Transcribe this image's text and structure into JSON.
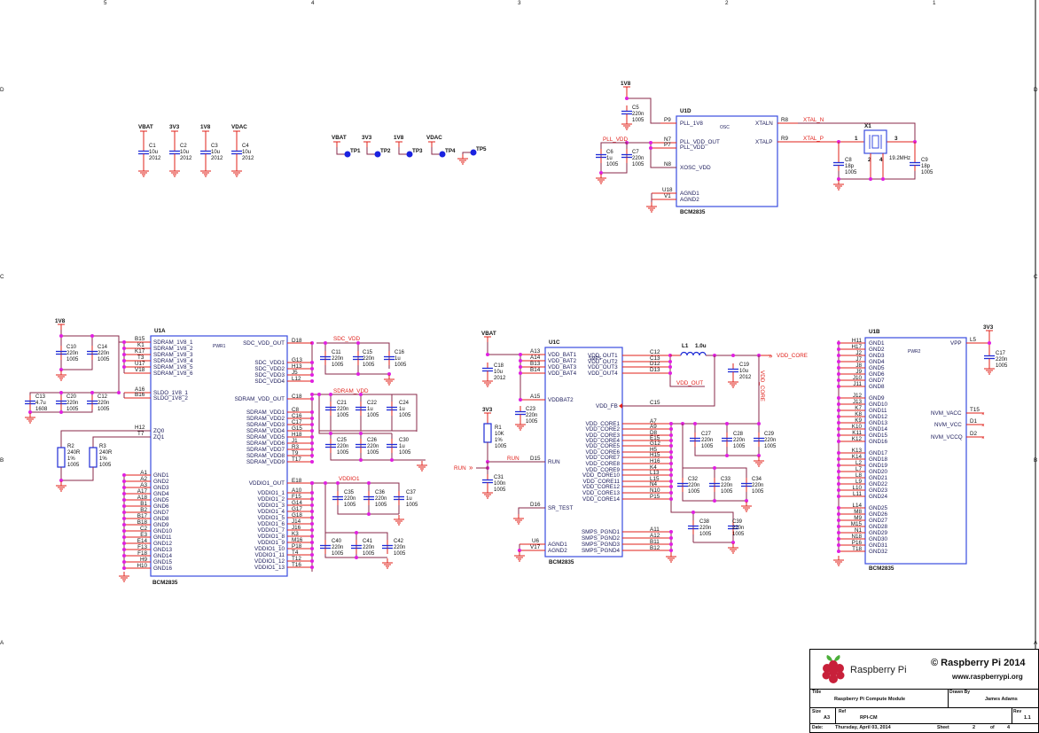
{
  "border": {
    "columns": [
      "5",
      "4",
      "3",
      "2",
      "1"
    ],
    "rows": [
      "D",
      "C",
      "B",
      "A"
    ]
  },
  "decoupling": {
    "caps": [
      {
        "ref": "C1",
        "rail": "VBAT",
        "value": "10u",
        "pkg": "2012"
      },
      {
        "ref": "C2",
        "rail": "3V3",
        "value": "10u",
        "pkg": "2012"
      },
      {
        "ref": "C3",
        "rail": "1V8",
        "value": "10u",
        "pkg": "2012"
      },
      {
        "ref": "C4",
        "rail": "VDAC",
        "value": "10u",
        "pkg": "2012"
      }
    ],
    "testpoints": [
      {
        "ref": "TP1",
        "rail": "VBAT"
      },
      {
        "ref": "TP2",
        "rail": "3V3"
      },
      {
        "ref": "TP3",
        "rail": "1V8"
      },
      {
        "ref": "TP4",
        "rail": "VDAC"
      },
      {
        "ref": "TP5",
        "rail": "GND"
      }
    ]
  },
  "u1d": {
    "ref": "U1D",
    "part": "BCM2835",
    "section": "OSC",
    "rail": "1V8",
    "left_pins": [
      {
        "num": "P9",
        "name": "PLL_1V8"
      },
      {
        "num": "N7",
        "name": "PLL_VDD_OUT"
      },
      {
        "num": "P7",
        "name": "PLL_VDD"
      },
      {
        "num": "N8",
        "name": "XOSC_VDD"
      },
      {
        "num": "U18",
        "name": "AGND1"
      },
      {
        "num": "V1",
        "name": "AGND2"
      }
    ],
    "right_pins": [
      {
        "num": "R8",
        "name": "XTALN",
        "net": "XTAL_N"
      },
      {
        "num": "R9",
        "name": "XTALP",
        "net": "XTAL_P"
      }
    ],
    "net_pll": "PLL_VDD",
    "caps": [
      {
        "ref": "C5",
        "value": "220n",
        "pkg": "1005"
      },
      {
        "ref": "C6",
        "value": "1u",
        "pkg": "1005"
      },
      {
        "ref": "C7",
        "value": "220n",
        "pkg": "1005"
      },
      {
        "ref": "C8",
        "value": "18p",
        "pkg": "1005"
      },
      {
        "ref": "C9",
        "value": "18p",
        "pkg": "1005"
      }
    ],
    "crystal": {
      "ref": "X1",
      "freq": "19.2MHz",
      "p1": "1",
      "p3": "3",
      "p2": "2",
      "p4": "4"
    }
  },
  "u1a": {
    "ref": "U1A",
    "part": "BCM2835",
    "section": "PWR1",
    "rail": "1V8",
    "left_pins": [
      {
        "num": "B15",
        "name": "SDRAM_1V8_1"
      },
      {
        "num": "K1",
        "name": "SDRAM_1V8_2"
      },
      {
        "num": "K17",
        "name": "SDRAM_1V8_3"
      },
      {
        "num": "T3",
        "name": "SDRAM_1V8_4"
      },
      {
        "num": "U17",
        "name": "SDRAM_1V8_5"
      },
      {
        "num": "V18",
        "name": "SDRAM_1V8_6"
      },
      {
        "num": "A16",
        "name": "SLDO_1V8_1"
      },
      {
        "num": "B16",
        "name": "SLDO_1V8_2"
      },
      {
        "num": "H12",
        "name": "ZQ0"
      },
      {
        "num": "T7",
        "name": "ZQ1"
      }
    ],
    "gnd_pins": [
      {
        "num": "A1",
        "name": "GND1"
      },
      {
        "num": "A2",
        "name": "GND2"
      },
      {
        "num": "A3",
        "name": "GND3"
      },
      {
        "num": "A17",
        "name": "GND4"
      },
      {
        "num": "A18",
        "name": "GND5"
      },
      {
        "num": "B1",
        "name": "GND6"
      },
      {
        "num": "B2",
        "name": "GND7"
      },
      {
        "num": "B17",
        "name": "GND8"
      },
      {
        "num": "B18",
        "name": "GND9"
      },
      {
        "num": "C2",
        "name": "GND10"
      },
      {
        "num": "E3",
        "name": "GND11"
      },
      {
        "num": "E14",
        "name": "GND12"
      },
      {
        "num": "F13",
        "name": "GND13"
      },
      {
        "num": "F18",
        "name": "GND14"
      },
      {
        "num": "H9",
        "name": "GND15"
      },
      {
        "num": "H10",
        "name": "GND16"
      }
    ],
    "right_pins": [
      {
        "num": "D18",
        "name": "SDC_VDD_OUT"
      },
      {
        "num": "G13",
        "name": "SDC_VDD1"
      },
      {
        "num": "H13",
        "name": "SDC_VDD2"
      },
      {
        "num": "J5",
        "name": "SDC_VDD3"
      },
      {
        "num": "L12",
        "name": "SDC_VDD4"
      },
      {
        "num": "C18",
        "name": "SDRAM_VDD_OUT"
      },
      {
        "num": "C8",
        "name": "SDRAM_VDD1"
      },
      {
        "num": "C16",
        "name": "SDRAM_VDD2"
      },
      {
        "num": "C17",
        "name": "SDRAM_VDD3"
      },
      {
        "num": "G15",
        "name": "SDRAM_VDD4"
      },
      {
        "num": "H18",
        "name": "SDRAM_VDD5"
      },
      {
        "num": "J1",
        "name": "SDRAM_VDD6"
      },
      {
        "num": "R3",
        "name": "SDRAM_VDD7"
      },
      {
        "num": "T9",
        "name": "SDRAM_VDD8"
      },
      {
        "num": "T17",
        "name": "SDRAM_VDD9"
      },
      {
        "num": "E18",
        "name": "VDDIO1_OUT"
      },
      {
        "num": "A10",
        "name": "VDDIO1_1"
      },
      {
        "num": "F15",
        "name": "VDDIO1_2"
      },
      {
        "num": "G14",
        "name": "VDDIO1_3"
      },
      {
        "num": "G17",
        "name": "VDDIO1_4"
      },
      {
        "num": "G18",
        "name": "VDDIO1_5"
      },
      {
        "num": "J14",
        "name": "VDDIO1_6"
      },
      {
        "num": "J16",
        "name": "VDDIO1_7"
      },
      {
        "num": "K3",
        "name": "VDDIO1_8"
      },
      {
        "num": "M16",
        "name": "VDDIO1_9"
      },
      {
        "num": "P18",
        "name": "VDDIO1_10"
      },
      {
        "num": "T4",
        "name": "VDDIO1_11"
      },
      {
        "num": "T12",
        "name": "VDDIO1_12"
      },
      {
        "num": "T16",
        "name": "VDDIO1_13"
      }
    ],
    "nets": {
      "sdc": "SDC_VDD",
      "sdram": "SDRAM_VDD",
      "vddio": "VDDIO1"
    },
    "caps": [
      {
        "ref": "C10",
        "value": "220n",
        "pkg": "1005"
      },
      {
        "ref": "C14",
        "value": "220n",
        "pkg": "1005"
      },
      {
        "ref": "C13",
        "value": "4.7u",
        "pkg": "1608"
      },
      {
        "ref": "C20",
        "value": "220n",
        "pkg": "1005"
      },
      {
        "ref": "C12",
        "value": "220n",
        "pkg": "1005"
      },
      {
        "ref": "C11",
        "value": "220n",
        "pkg": "1005"
      },
      {
        "ref": "C15",
        "value": "220n",
        "pkg": "1005"
      },
      {
        "ref": "C16",
        "value": "1u",
        "pkg": "1005"
      },
      {
        "ref": "C21",
        "value": "220n",
        "pkg": "1005"
      },
      {
        "ref": "C22",
        "value": "1u",
        "pkg": "1005"
      },
      {
        "ref": "C24",
        "value": "1u",
        "pkg": "1005"
      },
      {
        "ref": "C25",
        "value": "220n",
        "pkg": "1005"
      },
      {
        "ref": "C26",
        "value": "220n",
        "pkg": "1005"
      },
      {
        "ref": "C30",
        "value": "1u",
        "pkg": "1005"
      },
      {
        "ref": "C35",
        "value": "220n",
        "pkg": "1005"
      },
      {
        "ref": "C36",
        "value": "220n",
        "pkg": "1005"
      },
      {
        "ref": "C37",
        "value": "1u",
        "pkg": "1005"
      },
      {
        "ref": "C40",
        "value": "220n",
        "pkg": "1005"
      },
      {
        "ref": "C41",
        "value": "220n",
        "pkg": "1005"
      },
      {
        "ref": "C42",
        "value": "220n",
        "pkg": "1005"
      }
    ],
    "resistors": [
      {
        "ref": "R2",
        "value": "240R",
        "tol": "1%",
        "pkg": "1005"
      },
      {
        "ref": "R3",
        "value": "240R",
        "tol": "1%",
        "pkg": "1005"
      }
    ]
  },
  "u1c": {
    "ref": "U1C",
    "part": "BCM2835",
    "section": "SMPS",
    "rails": {
      "vbat": "VBAT",
      "v33": "3V3"
    },
    "left_pins": [
      {
        "num": "A13",
        "name": "VDD_BAT1"
      },
      {
        "num": "A14",
        "name": "VDD_BAT2"
      },
      {
        "num": "B13",
        "name": "VDD_BAT3"
      },
      {
        "num": "B14",
        "name": "VDD_BAT4"
      },
      {
        "num": "A15",
        "name": "VDDBAT2"
      },
      {
        "num": "D15",
        "name": "RUN"
      },
      {
        "num": "D16",
        "name": "SR_TEST"
      },
      {
        "num": "U6",
        "name": "AGND1"
      },
      {
        "num": "V17",
        "name": "AGND2"
      }
    ],
    "right_pins": [
      {
        "num": "C12",
        "name": "VDD_OUT1"
      },
      {
        "num": "C13",
        "name": "VDD_OUT2"
      },
      {
        "num": "D12",
        "name": "VDD_OUT3"
      },
      {
        "num": "D13",
        "name": "VDD_OUT4"
      },
      {
        "num": "C15",
        "name": "VDD_FB"
      },
      {
        "num": "A7",
        "name": "VDD_CORE1"
      },
      {
        "num": "A9",
        "name": "VDD_CORE2"
      },
      {
        "num": "D8",
        "name": "VDD_CORE3"
      },
      {
        "num": "E15",
        "name": "VDD_CORE4"
      },
      {
        "num": "G12",
        "name": "VDD_CORE5"
      },
      {
        "num": "H5",
        "name": "VDD_CORE6"
      },
      {
        "num": "H15",
        "name": "VDD_CORE7"
      },
      {
        "num": "H16",
        "name": "VDD_CORE8"
      },
      {
        "num": "K4",
        "name": "VDD_CORE9"
      },
      {
        "num": "L13",
        "name": "VDD_CORE10"
      },
      {
        "num": "L15",
        "name": "VDD_CORE11"
      },
      {
        "num": "N4",
        "name": "VDD_CORE12"
      },
      {
        "num": "N10",
        "name": "VDD_CORE13"
      },
      {
        "num": "P15",
        "name": "VDD_CORE14"
      },
      {
        "num": "A11",
        "name": "SMPS_PGND1"
      },
      {
        "num": "A12",
        "name": "SMPS_PGND2"
      },
      {
        "num": "B11",
        "name": "SMPS_PGND3"
      },
      {
        "num": "B12",
        "name": "SMPS_PGND4"
      }
    ],
    "nets": {
      "run": "RUN",
      "run_port": "RUN",
      "vdd_out": "VDD_OUT",
      "vdd_core": "VDD_CORE",
      "vdd_core_vert": "VDD_CORE"
    },
    "inductor": {
      "ref": "L1",
      "value": "1.0u"
    },
    "resistor": {
      "ref": "R1",
      "value": "10K",
      "tol": "1%",
      "pkg": "1005"
    },
    "caps": [
      {
        "ref": "C18",
        "value": "10u",
        "pkg": "2012"
      },
      {
        "ref": "C23",
        "value": "220n",
        "pkg": "1005"
      },
      {
        "ref": "C31",
        "value": "100n",
        "pkg": "1005"
      },
      {
        "ref": "C19",
        "value": "10u",
        "pkg": "2012"
      },
      {
        "ref": "C27",
        "value": "220n",
        "pkg": "1005"
      },
      {
        "ref": "C28",
        "value": "220n",
        "pkg": "1005"
      },
      {
        "ref": "C29",
        "value": "220n",
        "pkg": "1005"
      },
      {
        "ref": "C32",
        "value": "220n",
        "pkg": "1005"
      },
      {
        "ref": "C33",
        "value": "220n",
        "pkg": "1005"
      },
      {
        "ref": "C34",
        "value": "220n",
        "pkg": "1005"
      },
      {
        "ref": "C38",
        "value": "220n",
        "pkg": "1005"
      },
      {
        "ref": "C39",
        "value": "220n",
        "pkg": "1005"
      }
    ]
  },
  "u1b": {
    "ref": "U1B",
    "part": "BCM2835",
    "section": "PWR2",
    "rail": "3V3",
    "gnd_pins": [
      {
        "num": "H11",
        "name": "GND1"
      },
      {
        "num": "H17",
        "name": "GND2"
      },
      {
        "num": "J2",
        "name": "GND3"
      },
      {
        "num": "J7",
        "name": "GND4"
      },
      {
        "num": "J8",
        "name": "GND5"
      },
      {
        "num": "J9",
        "name": "GND6"
      },
      {
        "num": "J10",
        "name": "GND7"
      },
      {
        "num": "J11",
        "name": "GND8"
      },
      {
        "num": "J12",
        "name": "GND9"
      },
      {
        "num": "J13",
        "name": "GND10"
      },
      {
        "num": "K7",
        "name": "GND11"
      },
      {
        "num": "K8",
        "name": "GND12"
      },
      {
        "num": "K9",
        "name": "GND13"
      },
      {
        "num": "K10",
        "name": "GND14"
      },
      {
        "num": "K11",
        "name": "GND15"
      },
      {
        "num": "K12",
        "name": "GND16"
      },
      {
        "num": "K13",
        "name": "GND17"
      },
      {
        "num": "K14",
        "name": "GND18"
      },
      {
        "num": "L2",
        "name": "GND19"
      },
      {
        "num": "L7",
        "name": "GND20"
      },
      {
        "num": "L8",
        "name": "GND21"
      },
      {
        "num": "L9",
        "name": "GND22"
      },
      {
        "num": "L10",
        "name": "GND23"
      },
      {
        "num": "L11",
        "name": "GND24"
      },
      {
        "num": "L14",
        "name": "GND25"
      },
      {
        "num": "M8",
        "name": "GND26"
      },
      {
        "num": "M9",
        "name": "GND27"
      },
      {
        "num": "M15",
        "name": "GND28"
      },
      {
        "num": "N1",
        "name": "GND29"
      },
      {
        "num": "N18",
        "name": "GND30"
      },
      {
        "num": "P16",
        "name": "GND31"
      },
      {
        "num": "T18",
        "name": "GND32"
      }
    ],
    "right_pins": [
      {
        "num": "L5",
        "name": "VPP"
      },
      {
        "num": "T15",
        "name": "NVM_VACC"
      },
      {
        "num": "D1",
        "name": "NVM_VCC"
      },
      {
        "num": "D2",
        "name": "NVM_VCCQ"
      }
    ],
    "cap": {
      "ref": "C17",
      "value": "220n",
      "pkg": "1005"
    }
  },
  "title_block": {
    "logo_text": "Raspberry Pi",
    "copyright": "© Raspberry Pi 2014",
    "url": "www.raspberrypi.org",
    "title_label": "Title",
    "title": "Raspberry Pi Compute Module",
    "drawn_by_label": "Drawn By",
    "drawn_by": "James Adams",
    "size_label": "Size",
    "size": "A3",
    "ref_label": "Ref",
    "ref": "RPI-CM",
    "rev_label": "Rev",
    "rev": "1.1",
    "date_label": "Date:",
    "date": "Thursday, April 03, 2014",
    "sheet_label": "Sheet",
    "sheet": "2",
    "of_label": "of",
    "sheet_total": "4"
  }
}
